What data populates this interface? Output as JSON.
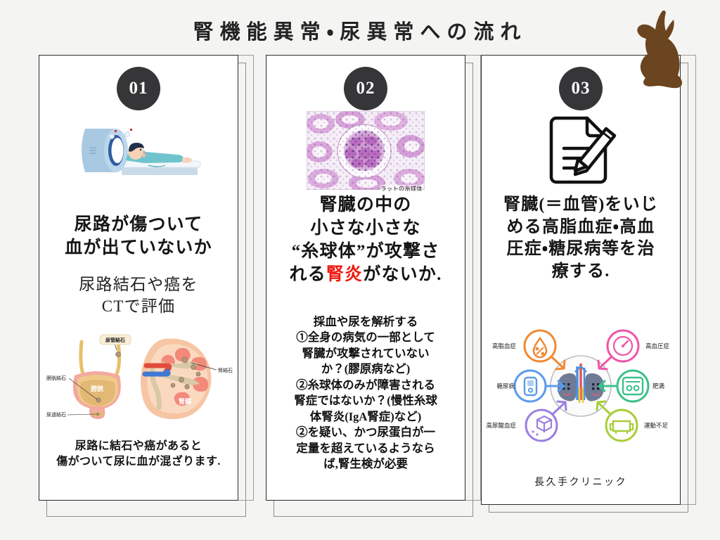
{
  "slide": {
    "title": "腎機能異常・尿異常への流れ",
    "background_color": "#f4f4f3",
    "footer": "長久手クリニック",
    "accent_color": "#ee1b10",
    "badge_color": "#363639",
    "rabbit_color": "#6b4420"
  },
  "cards": [
    {
      "badge": "01",
      "illustration_name": "ct-scanner-illustration",
      "heading_line1": "尿路が傷ついて",
      "heading_line2": "血が出ていないか",
      "subheading_line1": "尿路結石や癌を",
      "subheading_line2": "CTで評価",
      "diagram_name": "urinary-stone-diagram",
      "diagram_labels": {
        "ureteral_stone": "尿管結石",
        "bladder_stone": "膀胱結石",
        "bladder": "膀胱",
        "urethral_stone": "尿道結石",
        "kidney_stone": "腎結石",
        "kidney": "腎臓"
      },
      "caption_line1": "尿路に結石や癌があると",
      "caption_line2": "傷がついて尿に血が混ざります."
    },
    {
      "badge": "02",
      "illustration_name": "glomerulus-micrograph",
      "micrograph_caption": "ラットの糸球体",
      "heading_line1": "腎臓の中の",
      "heading_line2": "小さな小さな",
      "heading_line3_a": "“糸球体”が攻撃さ",
      "heading_line4_a": "れる",
      "heading_line4_red": "腎炎",
      "heading_line4_b": "がないか.",
      "body_lines": [
        "採血や尿を解析する",
        "①全身の病気の一部として",
        "腎臓が攻撃されていない",
        "か？(膠原病など)",
        "②糸球体のみが障害される",
        "腎症ではないか？(慢性糸球",
        "体腎炎(IgA腎症)など)",
        "②を疑い、かつ尿蛋白が一",
        "定量を超えているようなら",
        "ば,腎生検が必要"
      ]
    },
    {
      "badge": "03",
      "illustration_name": "document-pencil-icon",
      "heading_line1": "腎臓(＝血管)をいじ",
      "heading_line2": "める高脂血症・高血",
      "heading_line3": "圧症・糖尿病等を治",
      "heading_line4": "療する.",
      "diagram_name": "kidney-risk-factor-diagram",
      "risk_factors": [
        {
          "label": "高脂血症",
          "color": "#f08a34",
          "position": "top-left"
        },
        {
          "label": "糖尿病",
          "color": "#5b9bec",
          "position": "middle-left"
        },
        {
          "label": "高尿酸血症",
          "color": "#9b7fe0",
          "position": "bottom-left"
        },
        {
          "label": "高血圧症",
          "color": "#ef56a8",
          "position": "top-right"
        },
        {
          "label": "肥満",
          "color": "#3cc08a",
          "position": "middle-right"
        },
        {
          "label": "運動不足",
          "color": "#a8ce3a",
          "position": "bottom-right"
        }
      ],
      "center_icon": "kidney-pair-icon"
    }
  ]
}
